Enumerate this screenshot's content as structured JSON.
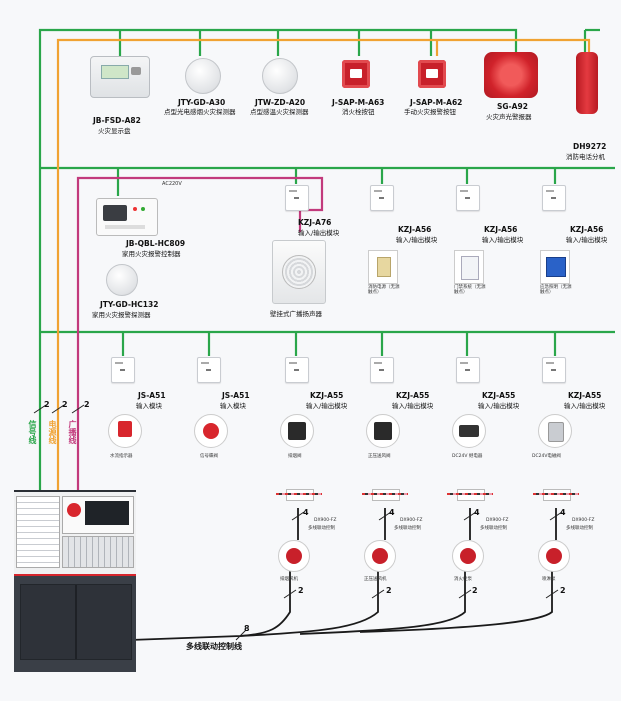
{
  "top_devices": [
    {
      "code": "JB-FSD-A82",
      "desc": "火灾显示盘"
    },
    {
      "code": "JTY-GD-A30",
      "desc": "点型光电感烟火灾探测器"
    },
    {
      "code": "JTW-ZD-A20",
      "desc": "点型感温火灾探测器"
    },
    {
      "code": "J-SAP-M-A63",
      "desc": "消火栓按钮"
    },
    {
      "code": "J-SAP-M-A62",
      "desc": "手动火灾报警按钮"
    },
    {
      "code": "SG-A92",
      "desc": "火灾声光警报器"
    },
    {
      "code": "DH9272",
      "desc": "消防电话分机"
    }
  ],
  "home_controller": {
    "code": "JB-QBL-HC809",
    "desc": "家用火灾报警控制器",
    "power_tag": "AC220V",
    "detector_code": "JTY-GD-HC132",
    "detector_desc": "家用火灾报警探测器"
  },
  "row2_modules": [
    {
      "code": "KZJ-A76",
      "desc": "输入/输出模块",
      "device_caption": "壁挂式广播扬声器"
    },
    {
      "code": "KZJ-A56",
      "desc": "输入/输出模块",
      "device_caption": "消防电源（无源触点）"
    },
    {
      "code": "KZJ-A56",
      "desc": "输入/输出模块",
      "device_caption": "门禁系统（无源触点）"
    },
    {
      "code": "KZJ-A56",
      "desc": "输入/输出模块",
      "device_caption": "应急照明（无源触点）"
    }
  ],
  "row3_modules": [
    {
      "code": "JS-A51",
      "desc": "输入模块",
      "device_caption": "水流指示器"
    },
    {
      "code": "JS-A51",
      "desc": "输入模块",
      "device_caption": "信号蝶阀"
    },
    {
      "code": "KZJ-A55",
      "desc": "输入/输出模块",
      "device_caption": "排烟阀"
    },
    {
      "code": "KZJ-A55",
      "desc": "输入/输出模块",
      "device_caption": "正压送风阀"
    },
    {
      "code": "KZJ-A55",
      "desc": "输入/输出模块",
      "device_caption": "DC24V 继电器"
    },
    {
      "code": "KZJ-A55",
      "desc": "输入/输出模块",
      "device_caption": "DC24V电磁阀"
    }
  ],
  "linkage_modules": [
    {
      "code": "DX900-FZ",
      "desc": "多线联动控制",
      "pump_caption": "排烟风机"
    },
    {
      "code": "DX900-FZ",
      "desc": "多线联动控制",
      "pump_caption": "正压送风机"
    },
    {
      "code": "DX900-FZ",
      "desc": "多线联动控制",
      "pump_caption": "消火栓泵"
    },
    {
      "code": "DX900-FZ",
      "desc": "多线联动控制",
      "pump_caption": "喷淋泵"
    }
  ],
  "line_labels": {
    "signal": "信号线",
    "power": "电源线",
    "broadcast": "广播线",
    "multiline": "多线联动控制线"
  },
  "wire_counts": {
    "signal": "2",
    "power": "2",
    "broadcast": "2",
    "linkage_a": "4",
    "linkage_b": "2",
    "bus": "8"
  },
  "colors": {
    "signal": "#2aa64a",
    "power": "#f0a232",
    "broadcast": "#c23a7c",
    "multiline": "#1a1a1a",
    "cabinet": "#3a3f47",
    "accent_red": "#d8262d"
  }
}
